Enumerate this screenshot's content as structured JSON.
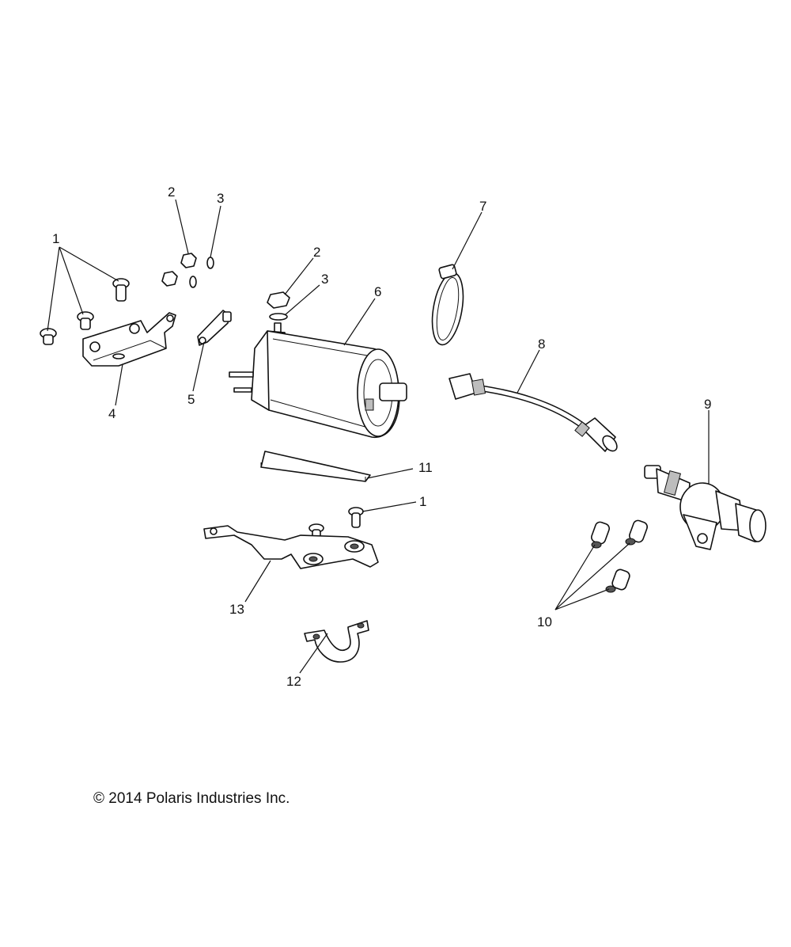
{
  "callouts": {
    "c1a": "1",
    "c2a": "2",
    "c3a": "3",
    "c2b": "2",
    "c3b": "3",
    "c4": "4",
    "c5": "5",
    "c6": "6",
    "c7": "7",
    "c8": "8",
    "c9": "9",
    "c10": "10",
    "c11": "11",
    "c1b": "1",
    "c12": "12",
    "c13": "13"
  },
  "copyright": {
    "symbol": "©",
    "text": "2014 Polaris Industries Inc."
  }
}
